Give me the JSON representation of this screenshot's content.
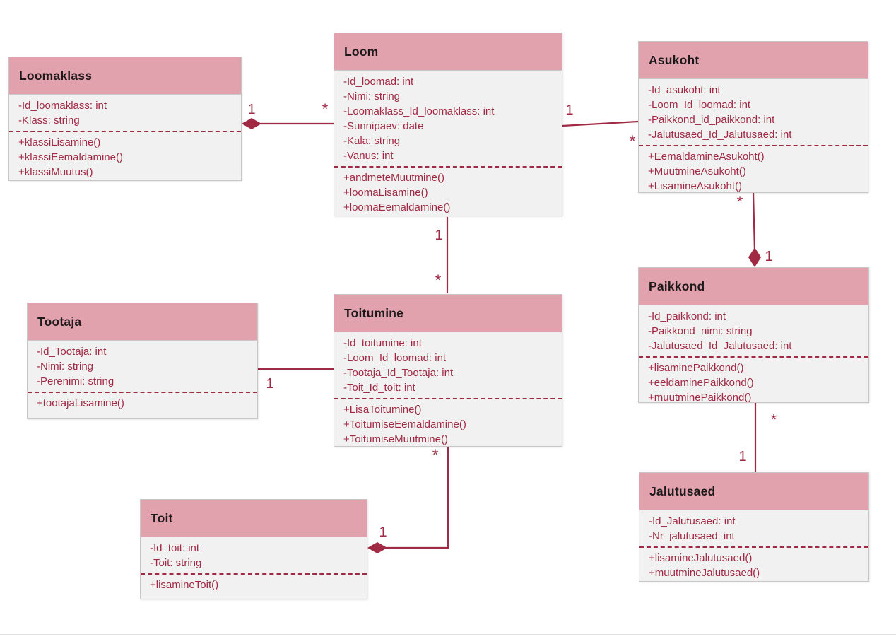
{
  "diagram": {
    "kind": "uml-class-diagram",
    "colors": {
      "header_fill": "#e2a2ad",
      "body_fill": "#f2f1f1",
      "box_border": "#c9c7c5",
      "title_text": "#1e191b",
      "member_text": "#a02a44",
      "connector": "#a02a44"
    }
  },
  "classes": [
    {
      "name": "Loomaklass",
      "attributes": [
        "-Id_loomaklass: int",
        "-Klass: string"
      ],
      "methods": [
        "+klassiLisamine()",
        "+klassiEemaldamine()",
        "+klassiMuutus()"
      ]
    },
    {
      "name": "Loom",
      "attributes": [
        "-Id_loomad: int",
        "-Nimi: string",
        "-Loomaklass_Id_loomaklass: int",
        "-Sunnipaev: date",
        "-Kala: string",
        "-Vanus: int"
      ],
      "methods": [
        "+andmeteMuutmine()",
        "+loomaLisamine()",
        "+loomaEemaldamine()"
      ]
    },
    {
      "name": "Asukoht",
      "attributes": [
        "-Id_asukoht: int",
        "-Loom_Id_loomad: int",
        "-Paikkond_id_paikkond: int",
        "-Jalutusaed_Id_Jalutusaed: int"
      ],
      "methods": [
        "+EemaldamineAsukoht()",
        "+MuutmineAsukoht()",
        "+LisamineAsukoht()"
      ]
    },
    {
      "name": "Tootaja",
      "attributes": [
        "-Id_Tootaja: int",
        "-Nimi: string",
        "-Perenimi: string"
      ],
      "methods": [
        "+tootajaLisamine()"
      ]
    },
    {
      "name": "Toitumine",
      "attributes": [
        "-Id_toitumine: int",
        "-Loom_Id_loomad: int",
        "-Tootaja_Id_Tootaja: int",
        "-Toit_Id_toit: int"
      ],
      "methods": [
        "+LisaToitumine()",
        "+ToitumiseEemaldamine()",
        "+ToitumiseMuutmine()"
      ]
    },
    {
      "name": "Paikkond",
      "attributes": [
        "-Id_paikkond: int",
        "-Paikkond_nimi: string",
        "-Jalutusaed_Id_Jalutusaed: int"
      ],
      "methods": [
        "+lisaminePaikkond()",
        "+eeldaminePaikkond()",
        "+muutminePaikkond()"
      ]
    },
    {
      "name": "Toit",
      "attributes": [
        "-Id_toit: int",
        "-Toit: string"
      ],
      "methods": [
        "+lisamineToit()"
      ]
    },
    {
      "name": "Jalutusaed",
      "attributes": [
        "-Id_Jalutusaed: int",
        "-Nr_jalutusaed: int"
      ],
      "methods": [
        "+lisamineJalutusaed()",
        "+muutmineJalutusaed()"
      ]
    }
  ],
  "connectors": [
    {
      "from": "Loomaklass",
      "to": "Loom",
      "from_label": "1",
      "to_label": "*",
      "aggregation_at": "Loomaklass"
    },
    {
      "from": "Loom",
      "to": "Asukoht",
      "from_label": "1",
      "to_label": "*",
      "aggregation_at": ""
    },
    {
      "from": "Loom",
      "to": "Toitumine",
      "from_label": "1",
      "to_label": "*",
      "aggregation_at": ""
    },
    {
      "from": "Tootaja",
      "to": "Toitumine",
      "from_label": "1",
      "to_label": "",
      "aggregation_at": ""
    },
    {
      "from": "Asukoht",
      "to": "Paikkond",
      "from_label": "*",
      "to_label": "1",
      "aggregation_at": "Paikkond"
    },
    {
      "from": "Paikkond",
      "to": "Jalutusaed",
      "from_label": "*",
      "to_label": "1",
      "aggregation_at": ""
    },
    {
      "from": "Toitumine",
      "to": "Toit",
      "from_label": "*",
      "to_label": "1",
      "aggregation_at": "Toit"
    }
  ]
}
